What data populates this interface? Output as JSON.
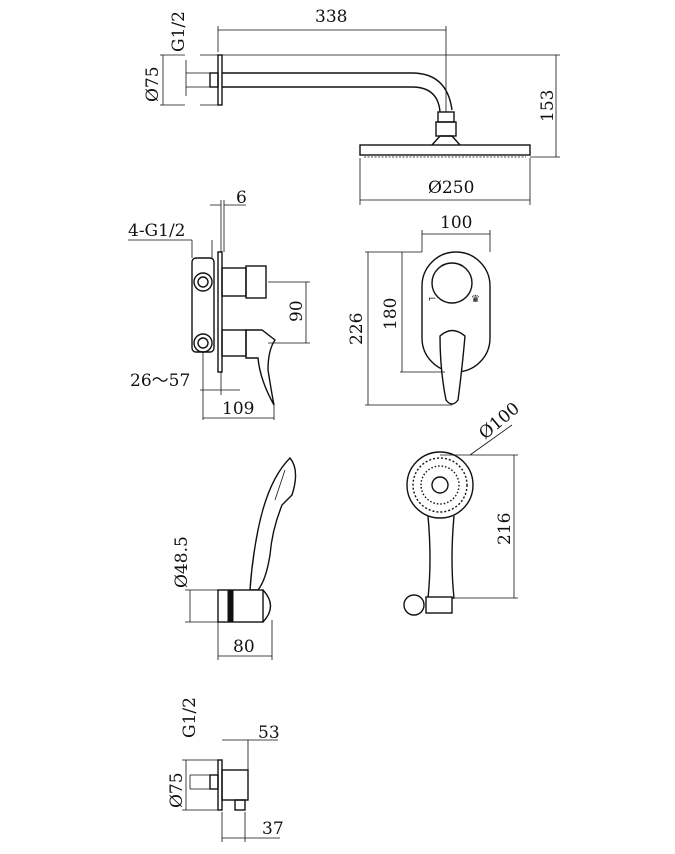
{
  "overhead_shower": {
    "arm_length": "338",
    "thread": "G1/2",
    "plate_diameter": "Ø75",
    "height": "153",
    "head_diameter": "Ø250"
  },
  "mixer_valve": {
    "plate_thickness": "6",
    "inlets": "4-G1/2",
    "outlet_spacing": "90",
    "install_depth": "26～57",
    "projection": "109",
    "plate_width": "100",
    "plate_height": "226",
    "inner_height": "180"
  },
  "hand_shower": {
    "holder_diameter": "Ø48.5",
    "holder_depth": "80",
    "head_diameter": "Ø100",
    "length": "216"
  },
  "wall_outlet": {
    "thread": "G1/2",
    "depth": "53",
    "plate_diameter": "Ø75",
    "nozzle_depth": "37"
  }
}
